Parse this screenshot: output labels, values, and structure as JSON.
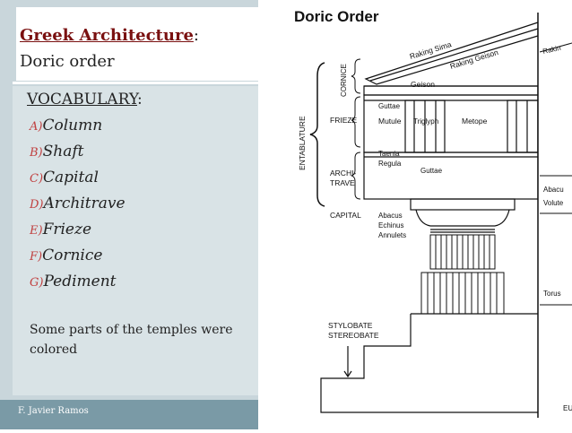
{
  "slide": {
    "title_main": "Greek Architecture",
    "title_colon": ":",
    "title_sub": "Doric order",
    "vocab_heading": "VOCABULARY",
    "vocab_colon": ":",
    "items": [
      {
        "letter": "A)",
        "term": "Column"
      },
      {
        "letter": "B)",
        "term": "Shaft"
      },
      {
        "letter": "C)",
        "term": "Capital"
      },
      {
        "letter": "D)",
        "term": "Architrave"
      },
      {
        "letter": "E)",
        "term": "Frieze"
      },
      {
        "letter": "F)",
        "term": "Cornice"
      },
      {
        "letter": "G)",
        "term": "Pediment"
      }
    ],
    "note": "Some parts of the temples were colored",
    "author": "F. Javier Ramos"
  },
  "diagram": {
    "title": "Doric Order",
    "labels": {
      "raking_sima": "Raking Sima",
      "raking_geison": "Raking Geison",
      "geison": "Geison",
      "cornice": "CORNICE",
      "entablature": "ENTABLATURE",
      "frieze": "FRIEZE",
      "guttae_top": "Guttae",
      "mutule": "Mutule",
      "triglyph": "Triglyph",
      "metope": "Metope",
      "taenia": "Taenia",
      "regula": "Regula",
      "guttae_bottom": "Guttae",
      "architrave_1": "ARCHI-",
      "architrave_2": "TRAVE",
      "capital": "CAPITAL",
      "abacus": "Abacus",
      "echinus": "Echinus",
      "annulets": "Annulets",
      "stylobate": "STYLOBATE",
      "stereobate": "STEREOBATE",
      "right_raking": "Rakin",
      "right_abacus": "Abacu",
      "right_volute": "Volute",
      "right_torus": "Torus",
      "right_bottom": "EU"
    }
  }
}
